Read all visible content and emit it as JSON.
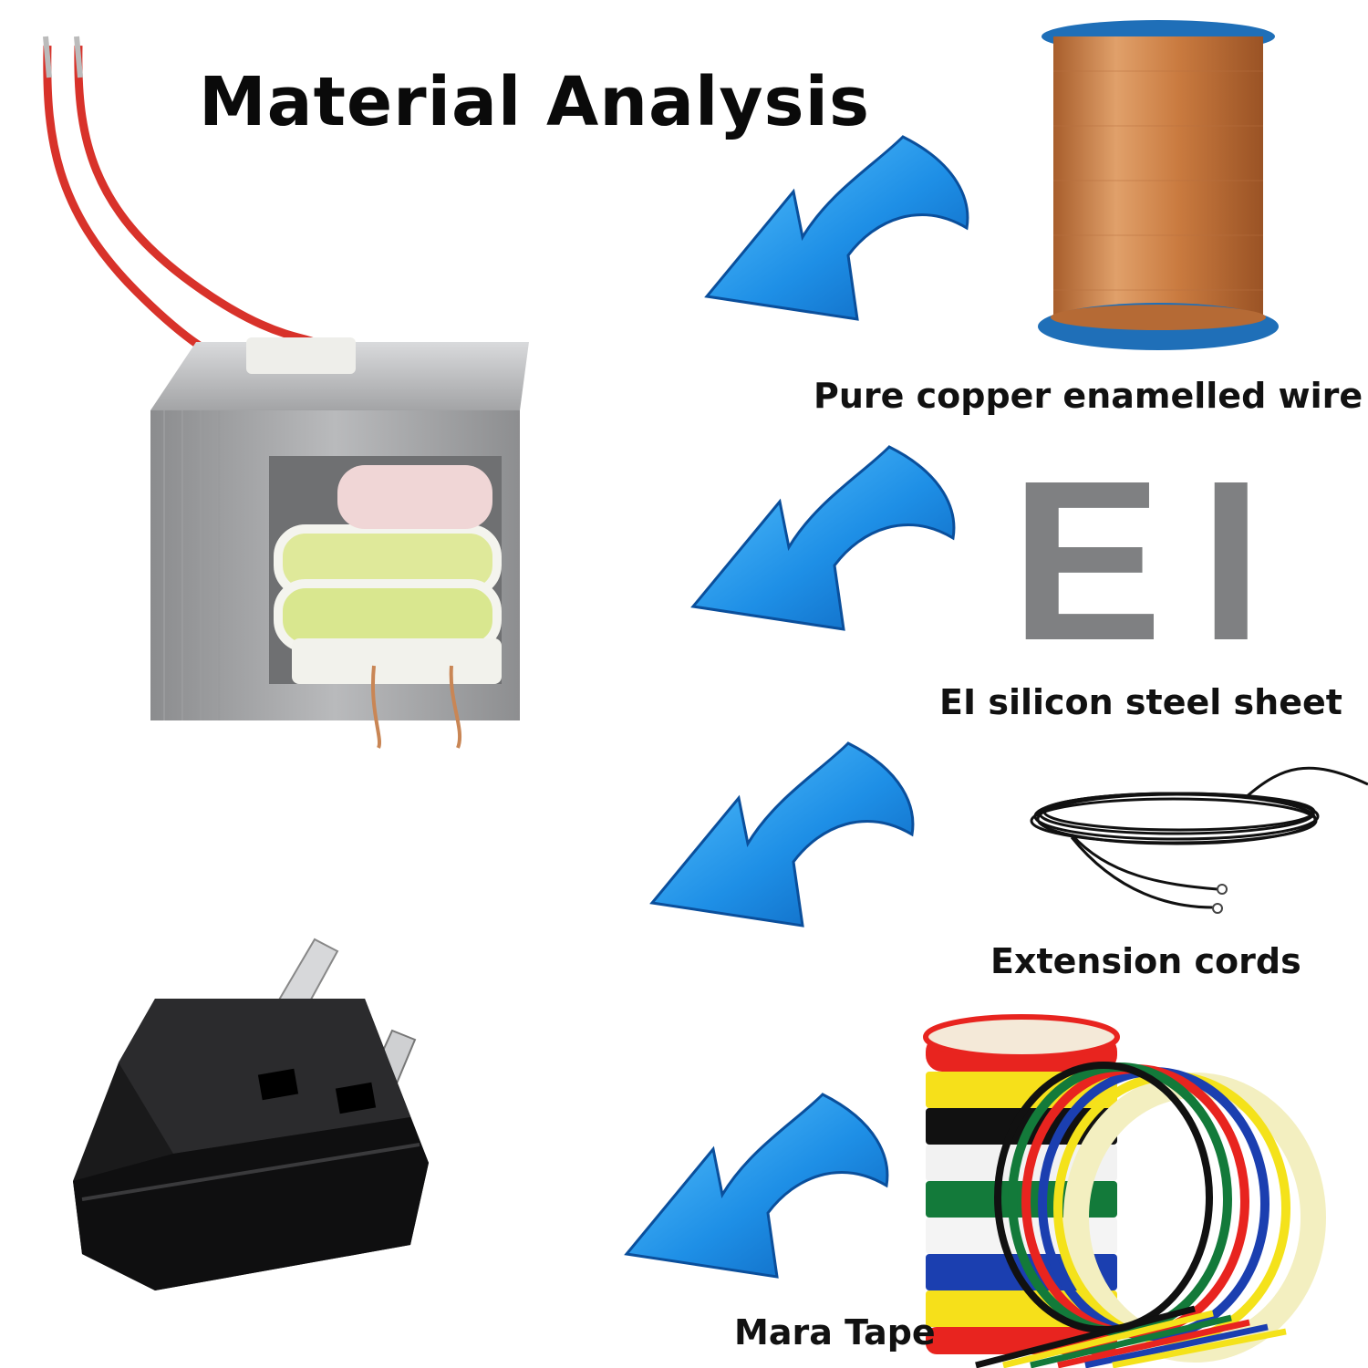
{
  "title": "Material Analysis",
  "materials": [
    {
      "label": "Pure copper enamelled wire",
      "icon": "copper-wire-spool"
    },
    {
      "label": "EI silicon steel sheet",
      "icon": "ei-steel-sheet",
      "letters": [
        "E",
        "I"
      ]
    },
    {
      "label": "Extension cords",
      "icon": "coiled-cord"
    },
    {
      "label": "Mara Tape",
      "icon": "tape-rolls"
    }
  ],
  "colors": {
    "arrow": "#1e8fe6",
    "copper": "#c97a3f",
    "spool": "#1f6fb8",
    "steel": "#7f8082"
  }
}
